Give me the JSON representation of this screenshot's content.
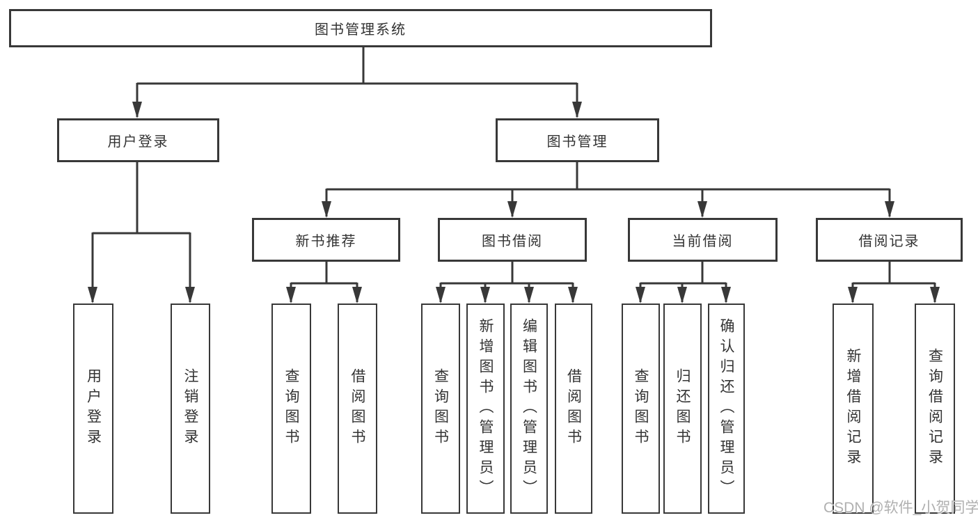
{
  "diagram_type": "hierarchy-tree",
  "colors": {
    "line": "#383838",
    "box_border": "#383838",
    "text": "#333333",
    "background": "#ffffff",
    "watermark": "#acacac"
  },
  "tree": {
    "label": "图书管理系统",
    "children": [
      {
        "label": "用户登录",
        "children": [
          {
            "label": "用户登录"
          },
          {
            "label": "注销登录"
          }
        ]
      },
      {
        "label": "图书管理",
        "children": [
          {
            "label": "新书推荐",
            "children": [
              {
                "label": "查询图书"
              },
              {
                "label": "借阅图书"
              }
            ]
          },
          {
            "label": "图书借阅",
            "children": [
              {
                "label": "查询图书"
              },
              {
                "label": "新增图书（管理员）"
              },
              {
                "label": "编辑图书（管理员）"
              },
              {
                "label": "借阅图书"
              }
            ]
          },
          {
            "label": "当前借阅",
            "children": [
              {
                "label": "查询图书"
              },
              {
                "label": "归还图书"
              },
              {
                "label": "确认归还（管理员）"
              }
            ]
          },
          {
            "label": "借阅记录",
            "children": [
              {
                "label": "新增借阅记录"
              },
              {
                "label": "查询借阅记录"
              }
            ]
          }
        ]
      }
    ]
  },
  "watermark": "CSDN @软件_小贺同学"
}
